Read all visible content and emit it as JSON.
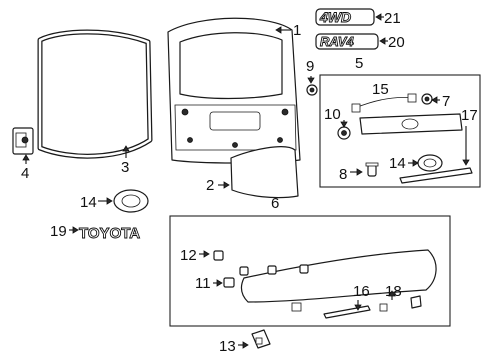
{
  "callouts": {
    "c1": "1",
    "c2": "2",
    "c3": "3",
    "c4": "4",
    "c5": "5",
    "c6": "6",
    "c7": "7",
    "c8": "8",
    "c9": "9",
    "c10": "10",
    "c11": "11",
    "c12": "12",
    "c13": "13",
    "c14a": "14",
    "c14b": "14",
    "c15": "15",
    "c16": "16",
    "c17": "17",
    "c18": "18",
    "c19": "19",
    "c20": "20",
    "c21": "21"
  },
  "emblems": {
    "badge_4wd": "4WD",
    "badge_rav4": "RAV4",
    "wordmark": "TOYOTA"
  }
}
